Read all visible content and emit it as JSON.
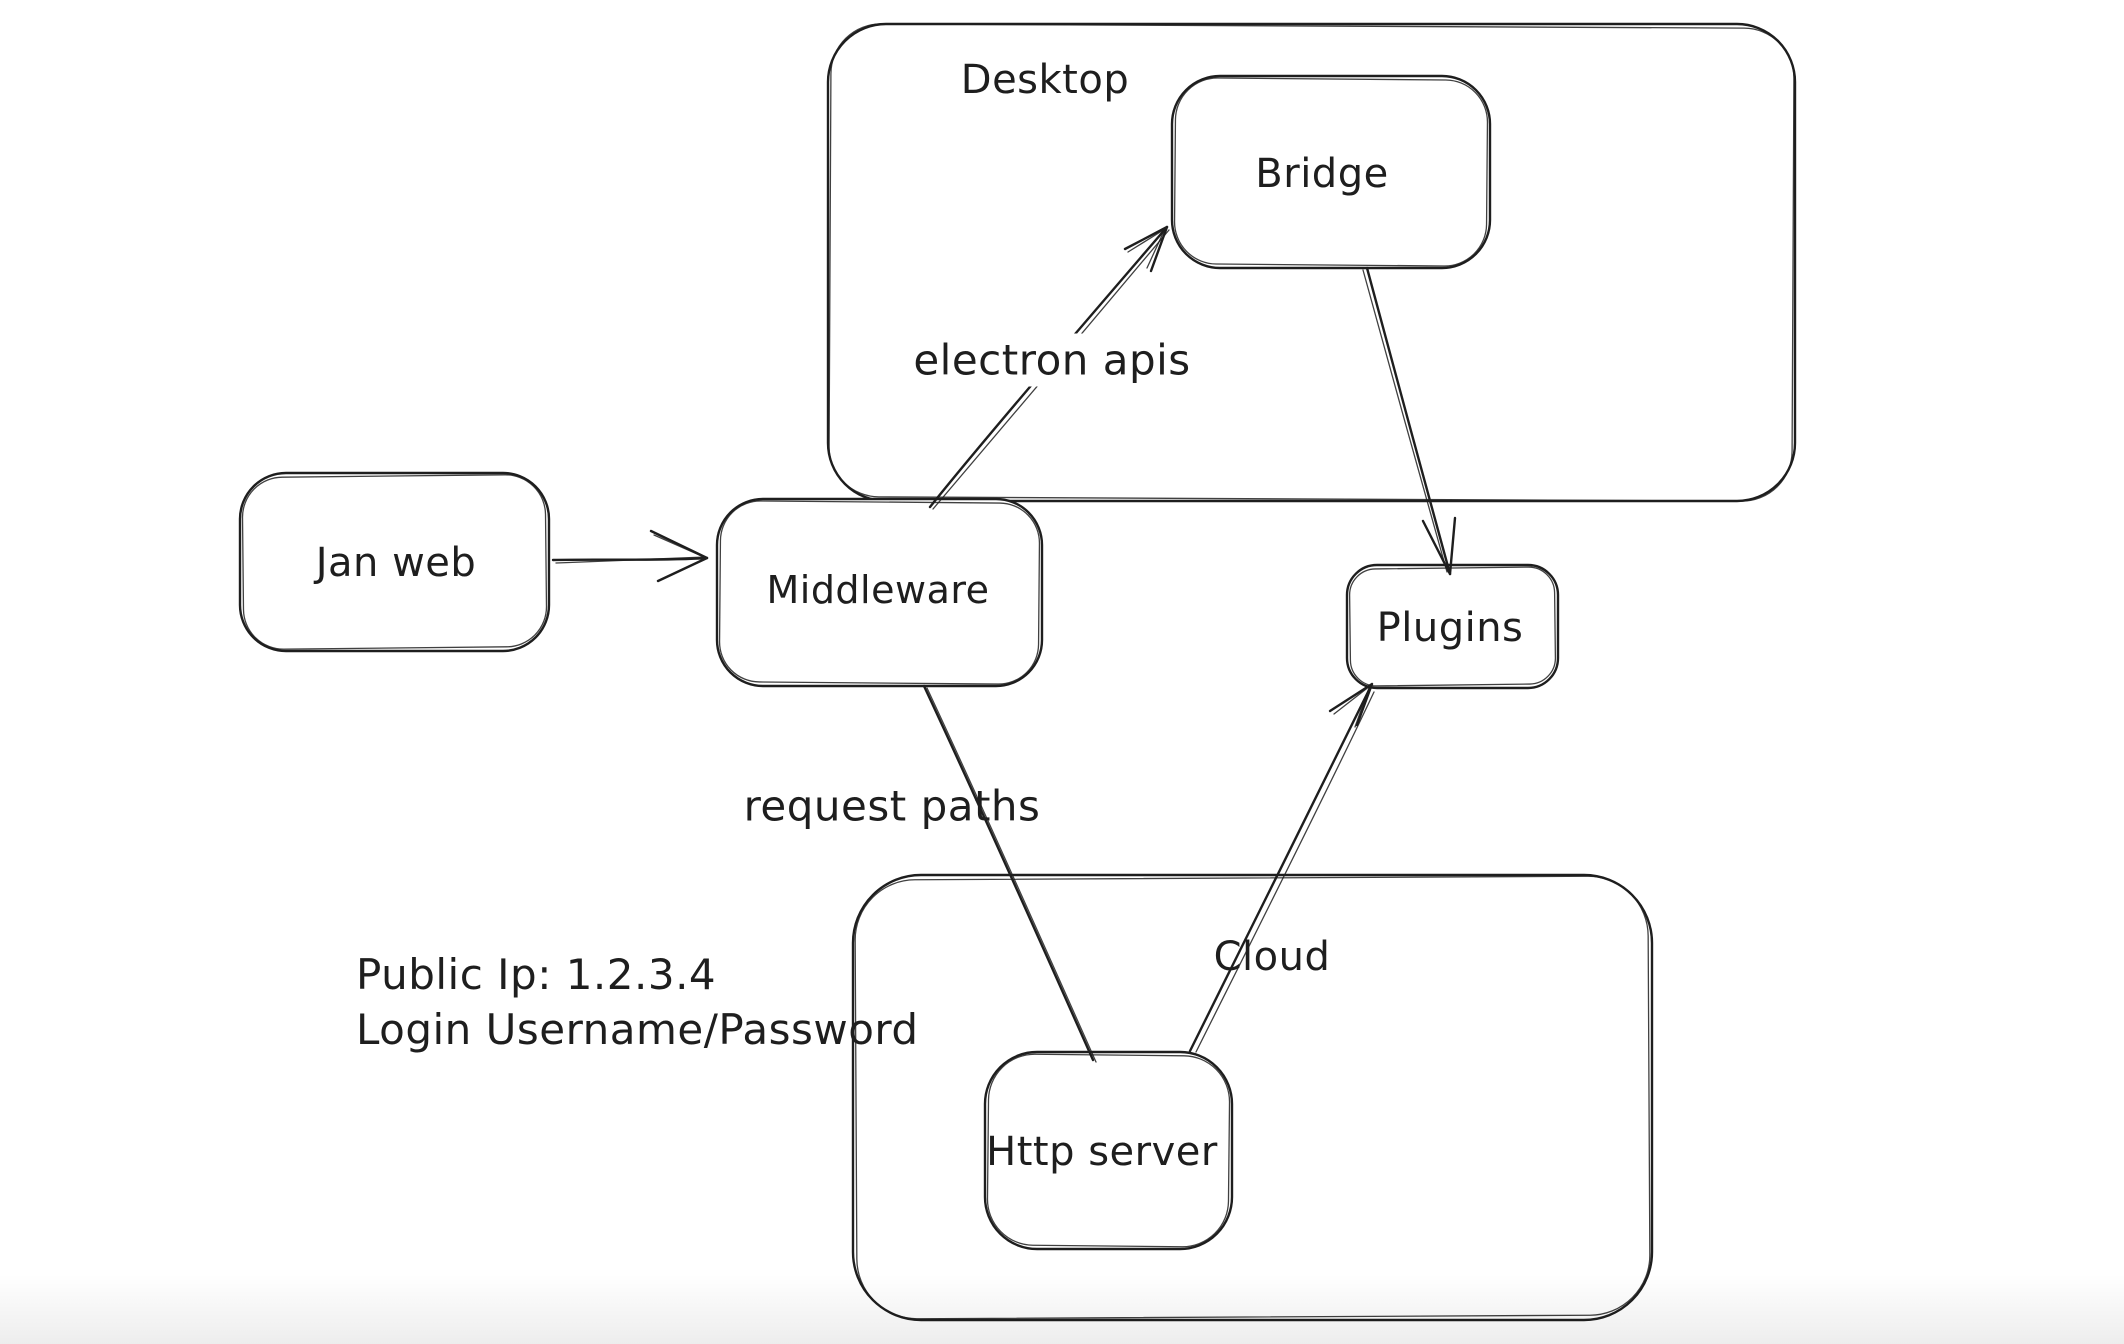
{
  "canvas": {
    "background_color": "#ffffff",
    "stroke_color": "#1e1e1e"
  },
  "containers": [
    {
      "id": "desktop",
      "label": "Desktop"
    },
    {
      "id": "cloud",
      "label": "Cloud"
    }
  ],
  "nodes": [
    {
      "id": "jan-web",
      "label": "Jan web"
    },
    {
      "id": "middleware",
      "label": "Middleware"
    },
    {
      "id": "bridge",
      "label": "Bridge"
    },
    {
      "id": "plugins",
      "label": "Plugins"
    },
    {
      "id": "http-server",
      "label": "Http server"
    }
  ],
  "edges": [
    {
      "id": "janweb-to-middleware",
      "from": "jan-web",
      "to": "middleware",
      "label": ""
    },
    {
      "id": "middleware-to-bridge",
      "from": "middleware",
      "to": "bridge",
      "label": "electron apis"
    },
    {
      "id": "bridge-to-plugins",
      "from": "bridge",
      "to": "plugins",
      "label": ""
    },
    {
      "id": "middleware-to-httpserver",
      "from": "middleware",
      "to": "http-server",
      "label": "request paths"
    },
    {
      "id": "httpserver-to-plugins",
      "from": "http-server",
      "to": "plugins",
      "label": ""
    }
  ],
  "annotations": [
    {
      "id": "public-ip",
      "text": "Public Ip: 1.2.3.4"
    },
    {
      "id": "login",
      "text": "Login Username/Password"
    }
  ]
}
